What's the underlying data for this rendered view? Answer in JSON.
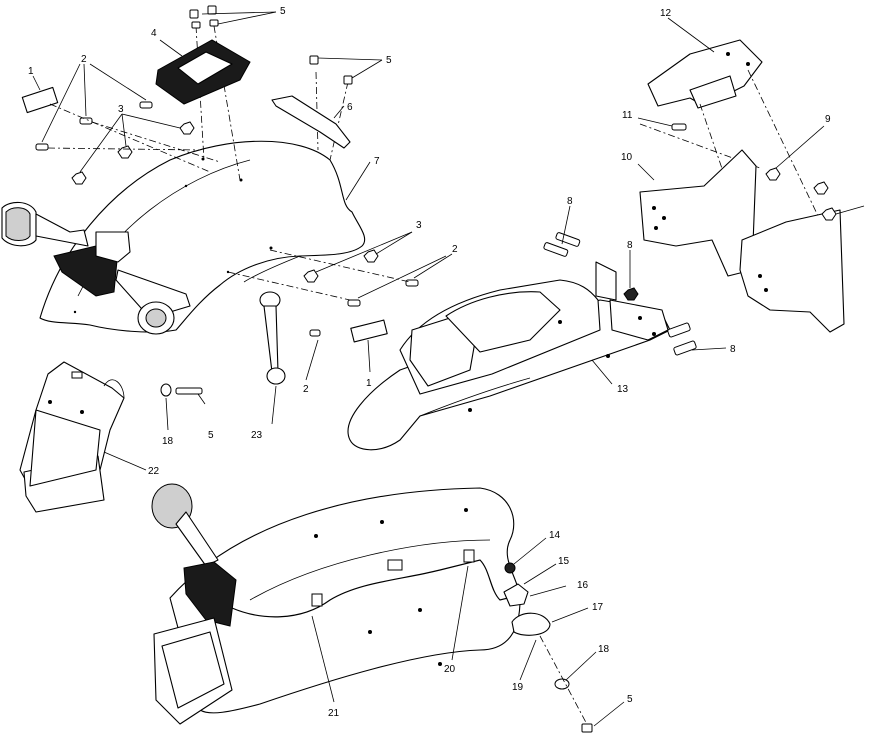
{
  "callouts": {
    "c1a": "1",
    "c1b": "1",
    "c2a": "2",
    "c2b": "2",
    "c2c": "2",
    "c3a": "3",
    "c3b": "3",
    "c4": "4",
    "c5a": "5",
    "c5b": "5",
    "c5c": "5",
    "c5d": "5",
    "c6": "6",
    "c7": "7",
    "c8a": "8",
    "c8b": "8",
    "c8c": "8",
    "c9": "9",
    "c10": "10",
    "c11": "11",
    "c12": "12",
    "c13": "13",
    "c14": "14",
    "c15": "15",
    "c16": "16",
    "c17": "17",
    "c18a": "18",
    "c18b": "18",
    "c19": "19",
    "c20": "20",
    "c21": "21",
    "c22": "22",
    "c23": "23"
  }
}
